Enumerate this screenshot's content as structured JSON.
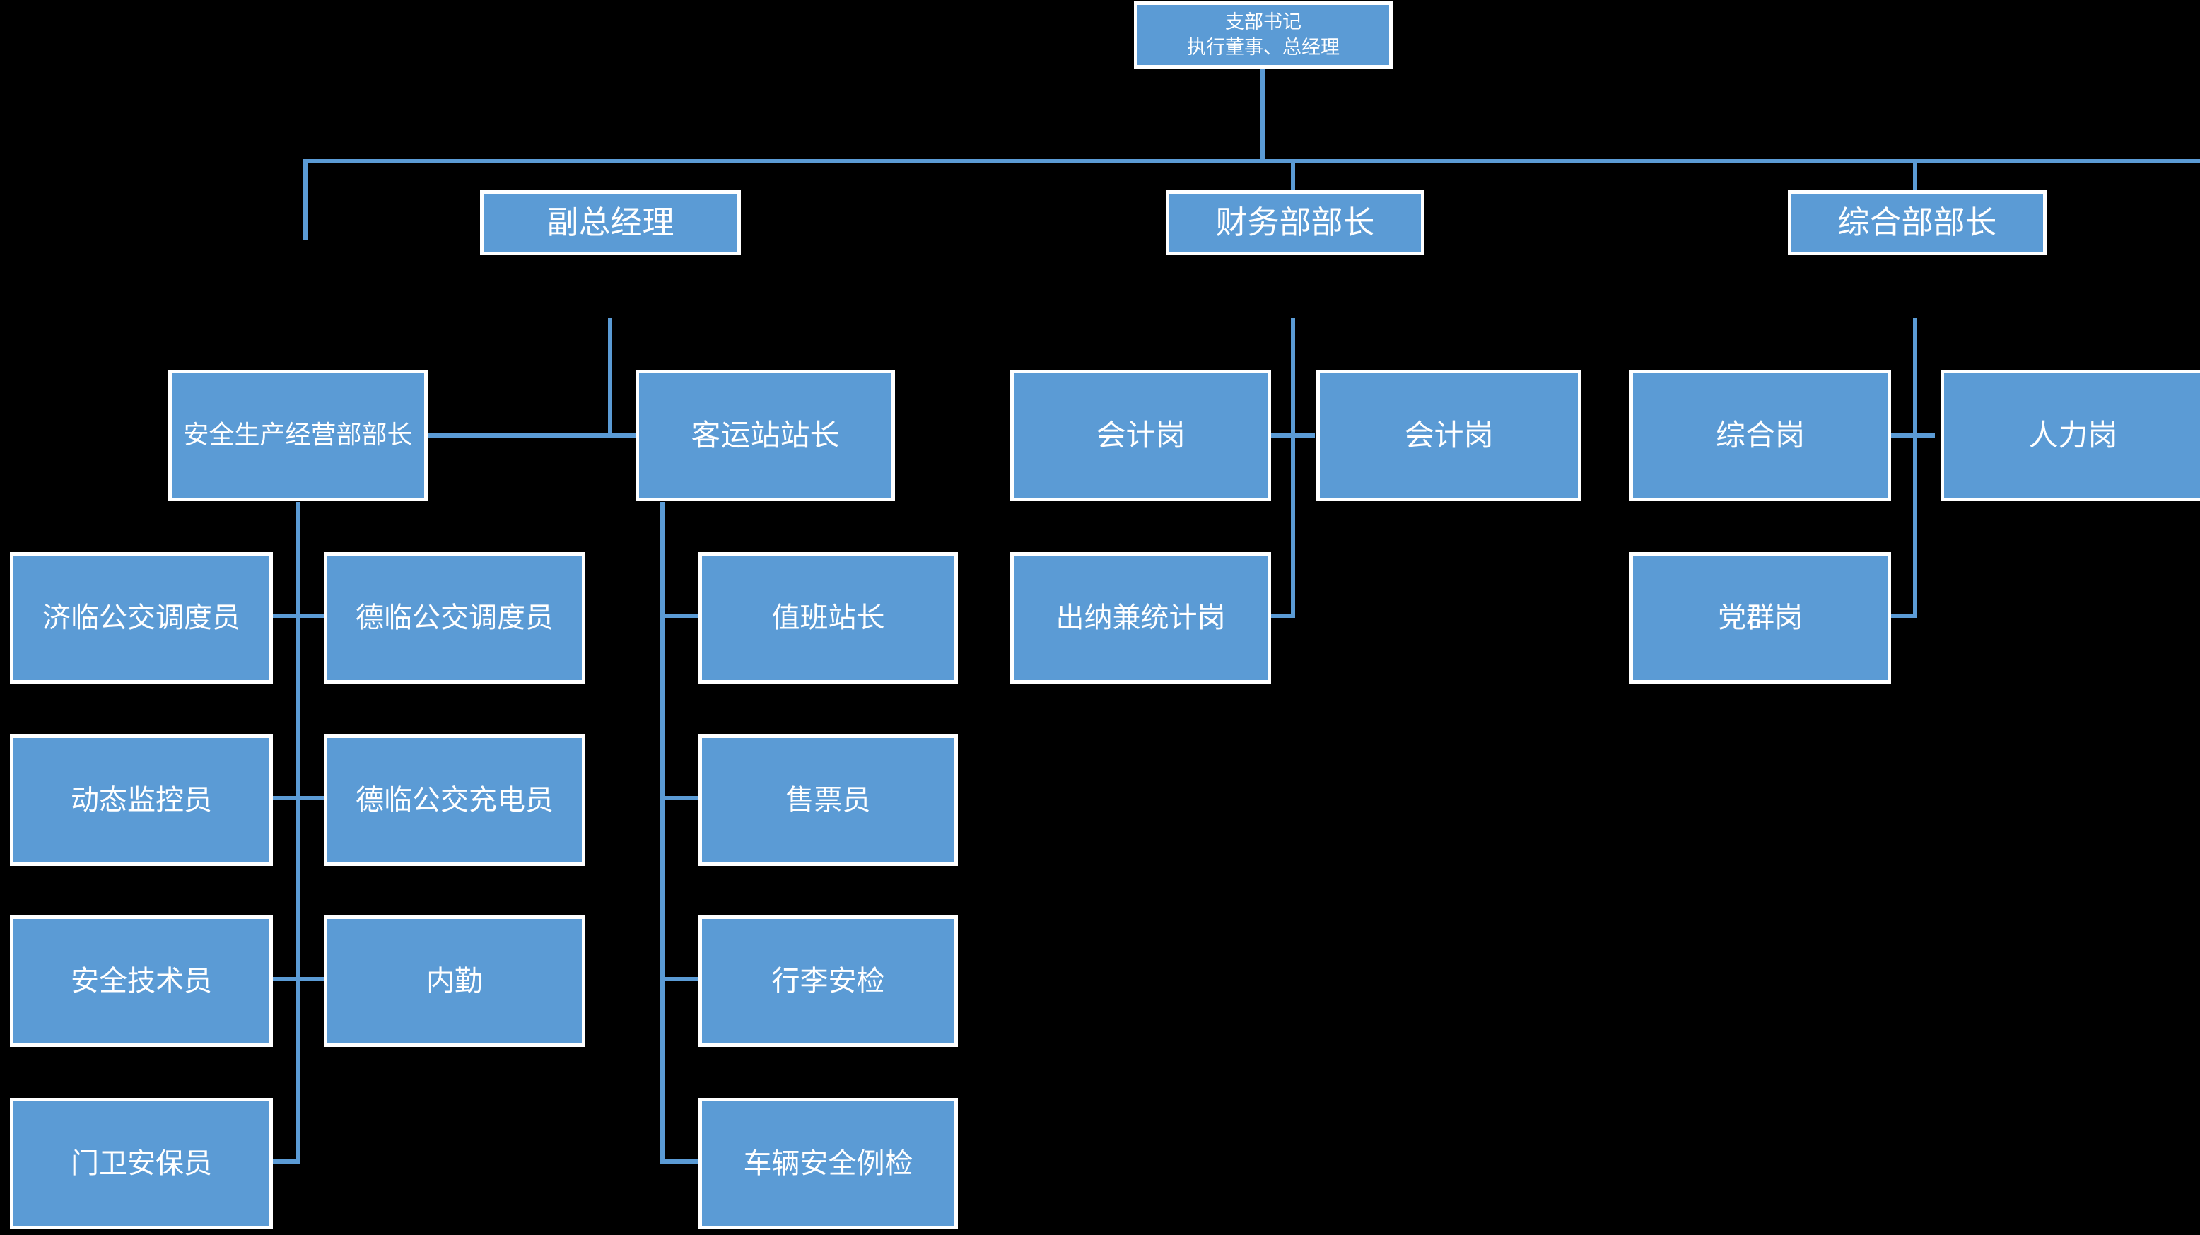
{
  "chart_title": "",
  "theme": {
    "background": "#000000",
    "node_fill": "#5B9BD5",
    "node_border": "#FFFFFF",
    "node_text": "#FFFFFF",
    "connector": "#5B9BD5"
  },
  "org_chart": {
    "type": "hierarchy",
    "root": {
      "id": "root",
      "label_line1": "支部书记",
      "label_line2": "执行董事、总经理"
    },
    "level2": [
      {
        "id": "deputy-gm",
        "label": "副总经理"
      },
      {
        "id": "finance-head",
        "label": "财务部部长"
      },
      {
        "id": "general-head",
        "label": "综合部部长"
      }
    ],
    "level3": [
      {
        "id": "safety-head",
        "label": "安全生产经营部部长",
        "parent": "deputy-gm"
      },
      {
        "id": "station-master",
        "label": "客运站站长",
        "parent": "deputy-gm"
      },
      {
        "id": "accountant-1",
        "label": "会计岗",
        "parent": "finance-head"
      },
      {
        "id": "accountant-2",
        "label": "会计岗",
        "parent": "finance-head"
      },
      {
        "id": "general-post",
        "label": "综合岗",
        "parent": "general-head"
      },
      {
        "id": "hr-post",
        "label": "人力岗",
        "parent": "general-head"
      }
    ],
    "safety_children_left": [
      {
        "id": "jilin-dispatcher",
        "label": "济临公交调度员"
      },
      {
        "id": "dynamic-monitor",
        "label": "动态监控员"
      },
      {
        "id": "safety-technician",
        "label": "安全技术员"
      },
      {
        "id": "gate-security",
        "label": "门卫安保员"
      }
    ],
    "safety_children_right": [
      {
        "id": "delin-dispatcher",
        "label": "德临公交调度员"
      },
      {
        "id": "delin-charger",
        "label": "德临公交充电员"
      },
      {
        "id": "office-clerk",
        "label": "内勤"
      }
    ],
    "station_children": [
      {
        "id": "duty-station-master",
        "label": "值班站长"
      },
      {
        "id": "ticket-seller",
        "label": "售票员"
      },
      {
        "id": "baggage-security",
        "label": "行李安检"
      },
      {
        "id": "vehicle-inspection",
        "label": "车辆安全例检"
      }
    ],
    "finance_children": [
      {
        "id": "cashier-statistics",
        "label": "出纳兼统计岗",
        "parent": "finance-head"
      }
    ],
    "general_children": [
      {
        "id": "party-mass-post",
        "label": "党群岗",
        "parent": "general-head"
      }
    ]
  }
}
